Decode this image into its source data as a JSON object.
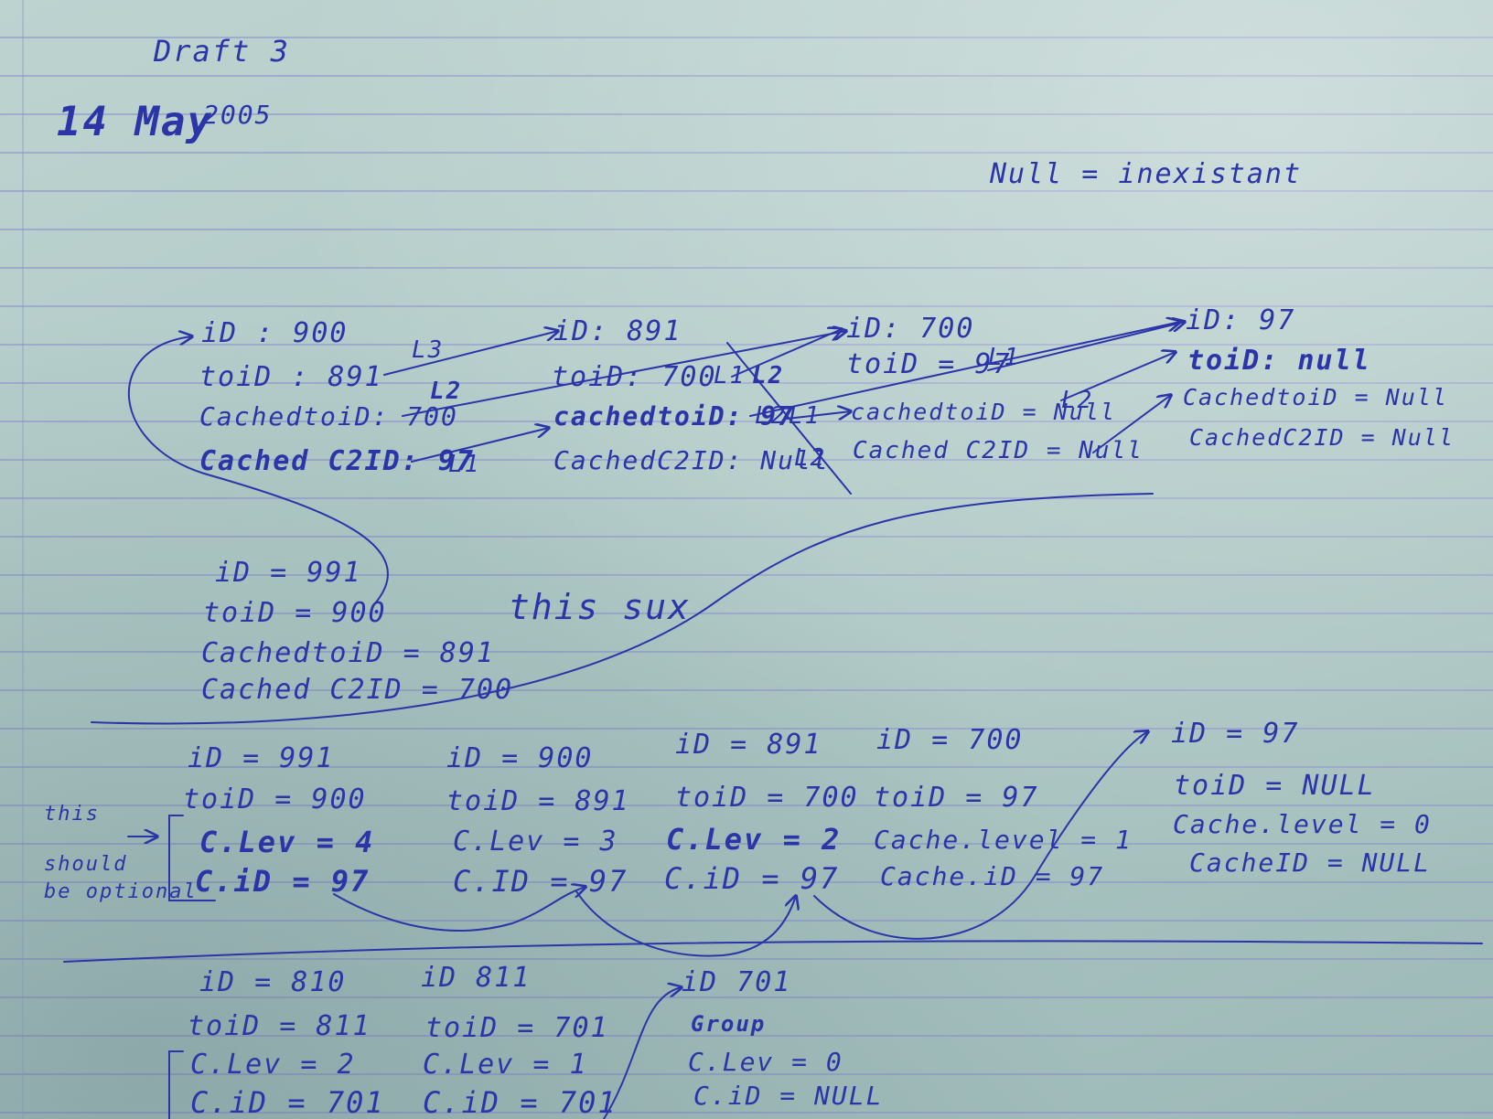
{
  "header": {
    "draft": "Draft 3",
    "date_main": "14 May",
    "date_year": "2005",
    "null_note": "Null = inexistant"
  },
  "top_chain": [
    {
      "id": "iD : 900",
      "toid": "toiD : 891",
      "cached_toid": "CachedtoiD: 700",
      "cached_c2id": "Cached C2ID: 97"
    },
    {
      "id": "iD: 891",
      "toid": "toiD: 700",
      "cached_toid": "cachedtoiD: 97",
      "cached_c2id": "CachedC2ID: Null"
    },
    {
      "id": "iD: 700",
      "toid": "toiD = 97",
      "cached_toid": "cachedtoiD = Null",
      "cached_c2id": "Cached C2ID = Null"
    },
    {
      "id": "iD: 97",
      "toid": "toiD: null",
      "cached_toid": "CachedtoiD = Null",
      "cached_c2id": "CachedC2ID = Null"
    }
  ],
  "link_labels": {
    "a": "L3",
    "b": "L2",
    "c": "L1",
    "d": "L1",
    "e": "L2",
    "f": "L2",
    "g": "L1",
    "h": "L2",
    "i": "L1",
    "j": "L2"
  },
  "extra_node": {
    "id": "iD = 991",
    "toid": "toiD = 900",
    "cached_toid": "CachedtoiD = 891",
    "cached_c2id": "Cached C2ID = 700"
  },
  "remark": "this sux",
  "middle_chain": [
    {
      "id": "iD = 991",
      "toid": "toiD = 900",
      "lev": "C.Lev = 4",
      "cid": "C.iD = 97"
    },
    {
      "id": "iD = 900",
      "toid": "toiD = 891",
      "lev": "C.Lev = 3",
      "cid": "C.ID = 97"
    },
    {
      "id": "iD = 891",
      "toid": "toiD = 700",
      "lev": "C.Lev = 2",
      "cid": "C.iD = 97"
    },
    {
      "id": "iD = 700",
      "toid": "toiD = 97",
      "lev": "Cache.level = 1",
      "cid": "Cache.iD = 97"
    },
    {
      "id": "iD = 97",
      "toid": "toiD = NULL",
      "lev": "Cache.level = 0",
      "cid": "CacheID = NULL"
    }
  ],
  "optional_note": [
    "this",
    "should",
    "be optional"
  ],
  "bottom_chain": [
    {
      "id": "iD = 810",
      "toid": "toiD = 811",
      "lev": "C.Lev = 2",
      "cid": "C.iD = 701"
    },
    {
      "id": "iD 811",
      "toid": "toiD = 701",
      "lev": "C.Lev = 1",
      "cid": "C.iD = 701"
    },
    {
      "id": "iD 701",
      "group": "Group",
      "lev": "C.Lev = 0",
      "cid": "C.iD = NULL"
    }
  ],
  "colors": {
    "ink": "#2b35a8",
    "paper": "#b3cbc8",
    "rule": "#8c8ccd"
  }
}
